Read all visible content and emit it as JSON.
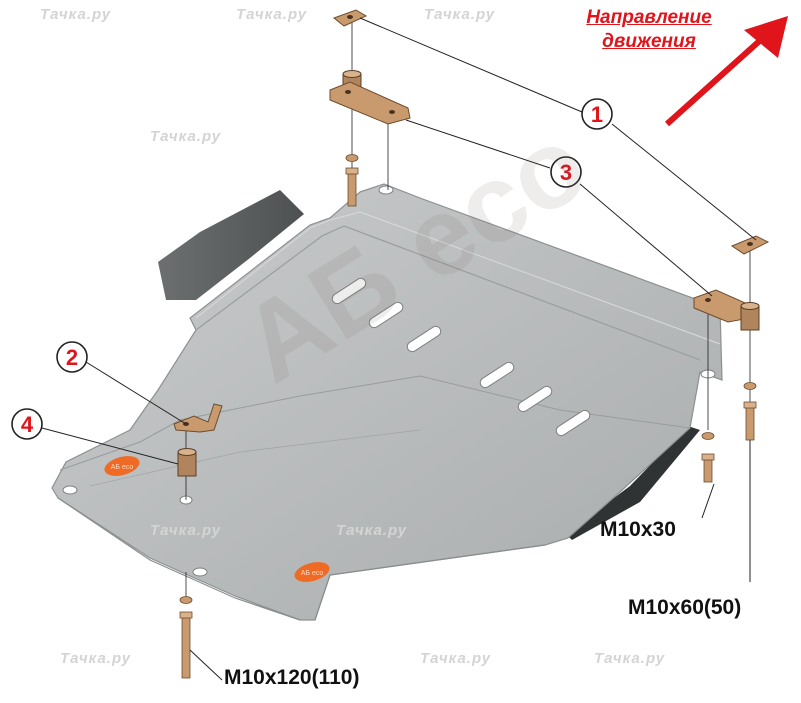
{
  "watermark_text": "Тачка.ру",
  "watermark_brand": "АБ eco",
  "plate_logo": "АБ eco",
  "direction": {
    "line1": "Направление",
    "line2": "движения"
  },
  "parts": [
    {
      "id": "1"
    },
    {
      "id": "2"
    },
    {
      "id": "3"
    },
    {
      "id": "4"
    }
  ],
  "bolts": {
    "m10x30": "M10x30",
    "m10x60": "M10x60(50)",
    "m10x120": "M10x120(110)"
  },
  "colors": {
    "plate": "#b9bcbd",
    "plate_edge": "#8c9091",
    "shadow": "#5e6162",
    "bracket": "#c99a6e",
    "logo_pad": "#ee6a25",
    "accent_red": "#e0141b"
  }
}
